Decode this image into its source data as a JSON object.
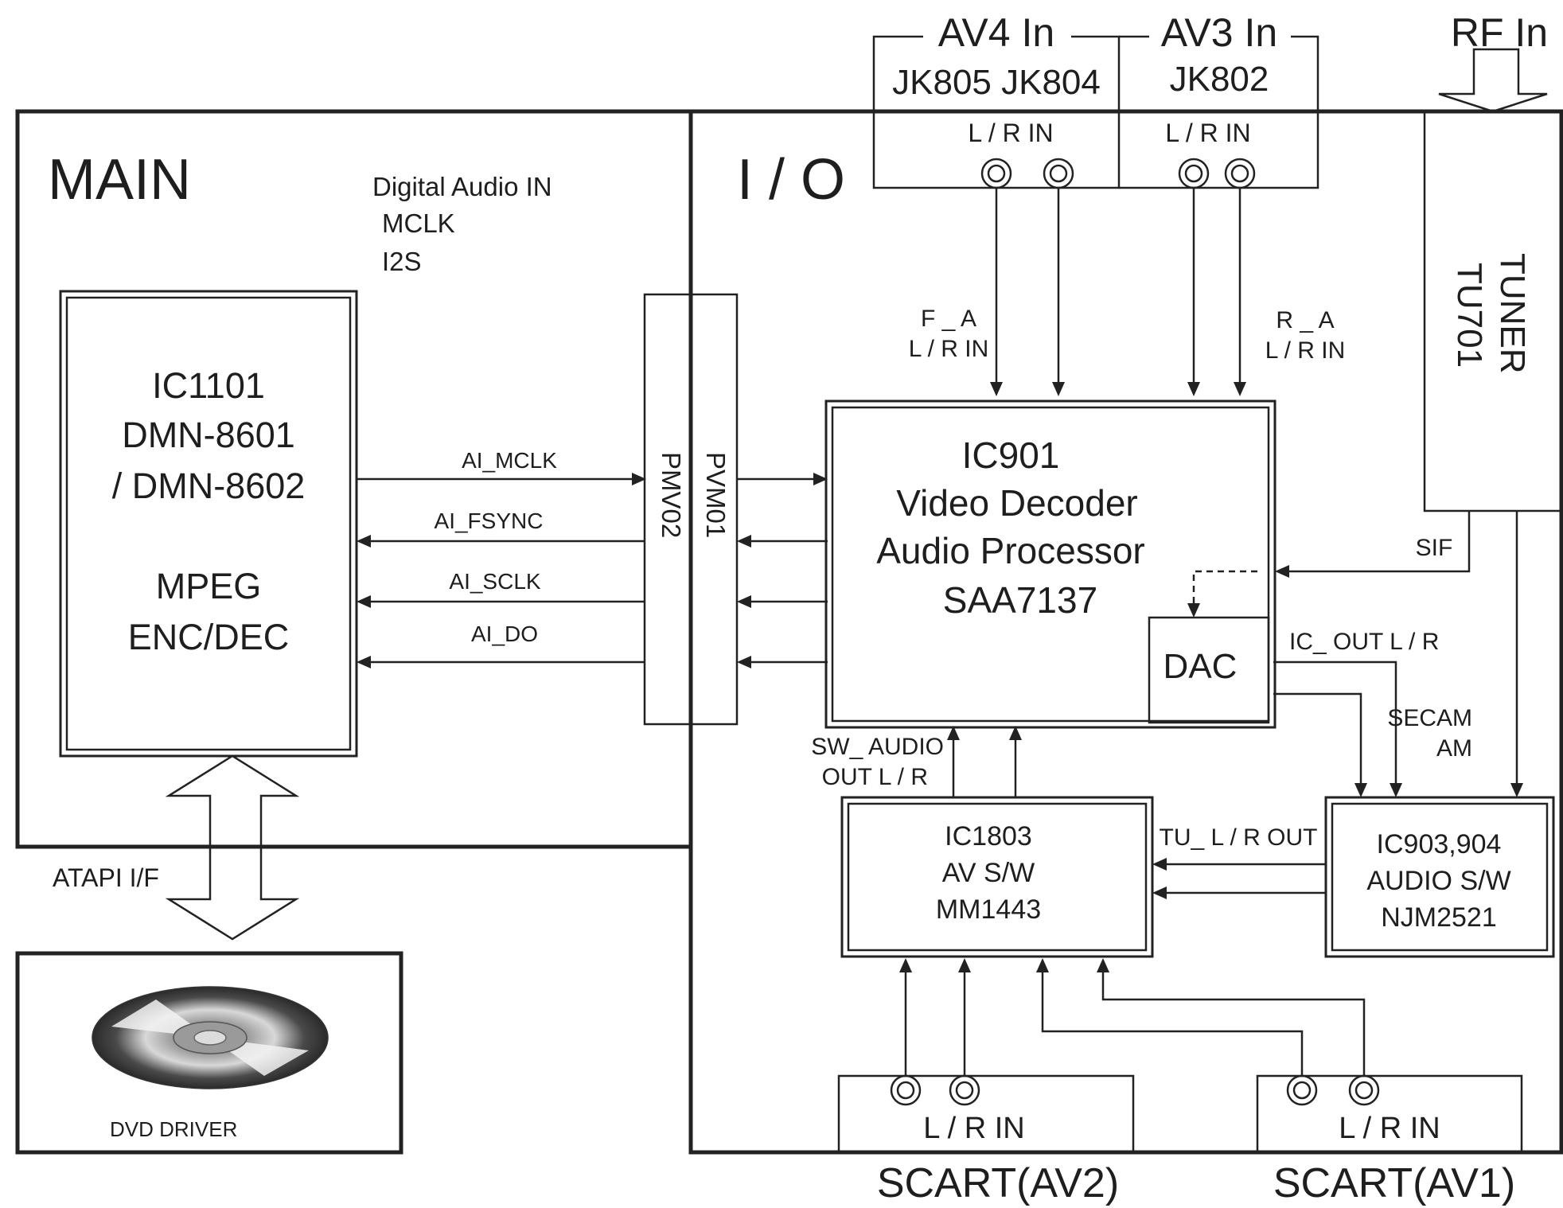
{
  "main": {
    "title": "MAIN",
    "digital_audio": [
      "Digital Audio IN",
      "MCLK",
      "I2S"
    ],
    "ic1101": [
      "IC1101",
      "DMN-8601",
      "/ DMN-8602",
      "MPEG",
      "ENC/DEC"
    ],
    "signals": [
      "AI_MCLK",
      "AI_FSYNC",
      "AI_SCLK",
      "AI_DO"
    ]
  },
  "connectors": {
    "pmv02": "PMV02",
    "pvm01": "PVM01"
  },
  "io": {
    "title": "I / O",
    "av4_label": "AV4 In",
    "av4_jacks": "JK805 JK804",
    "av3_label": "AV3 In",
    "av3_jack": "JK802",
    "rf_label": "RF In",
    "lr_in": "L /  R IN",
    "lr_in2": "L / R IN",
    "fa": [
      "F _ A",
      "L / R IN"
    ],
    "ra": [
      "R _ A",
      "L / R IN"
    ],
    "tuner": [
      "TUNER",
      "TU701"
    ],
    "sif": "SIF",
    "ic901": [
      "IC901",
      "Video Decoder",
      "Audio Processor",
      "SAA7137"
    ],
    "dac": "DAC",
    "ic_out": "IC_ OUT L / R",
    "secam": [
      "SECAM",
      "AM"
    ],
    "sw_audio": [
      "SW_ AUDIO",
      "OUT L / R"
    ],
    "ic1803": [
      "IC1803",
      "AV S/W",
      "MM1443"
    ],
    "tu_out": "TU_ L / R OUT",
    "ic903": [
      "IC903,904",
      "AUDIO S/W",
      "NJM2521"
    ],
    "scart_lr": "L / R IN",
    "scart_av2": "SCART(AV2)",
    "scart_av1": "SCART(AV1)"
  },
  "atapi": "ATAPI I/F",
  "dvd": "DVD DRIVER"
}
